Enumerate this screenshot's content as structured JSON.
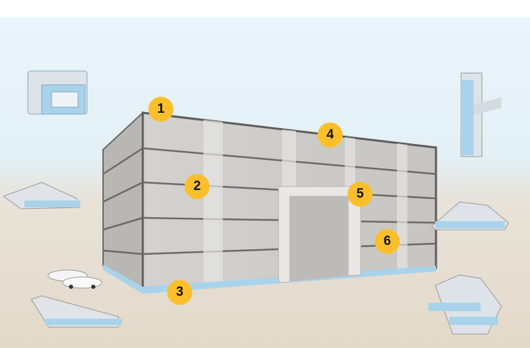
{
  "colors": {
    "marker": "#fbbf2c",
    "profile": "#a9d3ea",
    "sky": "#e3f1f8",
    "ground": "#e6ddd0"
  },
  "markers": [
    {
      "label": "1"
    },
    {
      "label": "2"
    },
    {
      "label": "3"
    },
    {
      "label": "4"
    },
    {
      "label": "5"
    },
    {
      "label": "6"
    }
  ]
}
